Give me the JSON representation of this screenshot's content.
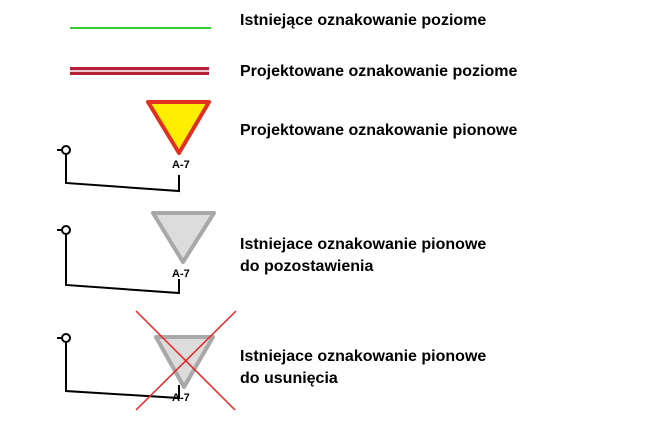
{
  "legend": {
    "entries": [
      {
        "id": "existing-horizontal",
        "label": "Istniejące oznakowanie poziome"
      },
      {
        "id": "designed-horizontal",
        "label": "Projektowane oznakowanie poziome"
      },
      {
        "id": "designed-vertical",
        "label": "Projektowane oznakowanie pionowe",
        "sign_code": "A-7"
      },
      {
        "id": "existing-vertical-keep",
        "label_line1": "Istniejace oznakowanie pionowe",
        "label_line2": "do pozostawienia",
        "sign_code": "A-7"
      },
      {
        "id": "existing-vertical-remove",
        "label_line1": "Istniejace oznakowanie pionowe",
        "label_line2": "do usunięcia",
        "sign_code": "A-7"
      }
    ]
  },
  "colors": {
    "existing_horizontal_line": "#33cc33",
    "designed_horizontal_line": "#b5203a",
    "designed_sign_fill": "#ffee00",
    "designed_sign_border": "#e03020",
    "existing_sign_fill": "#dcdcdc",
    "existing_sign_border": "#a8a8a8",
    "removal_cross": "#ee2222",
    "text": "#000000"
  }
}
